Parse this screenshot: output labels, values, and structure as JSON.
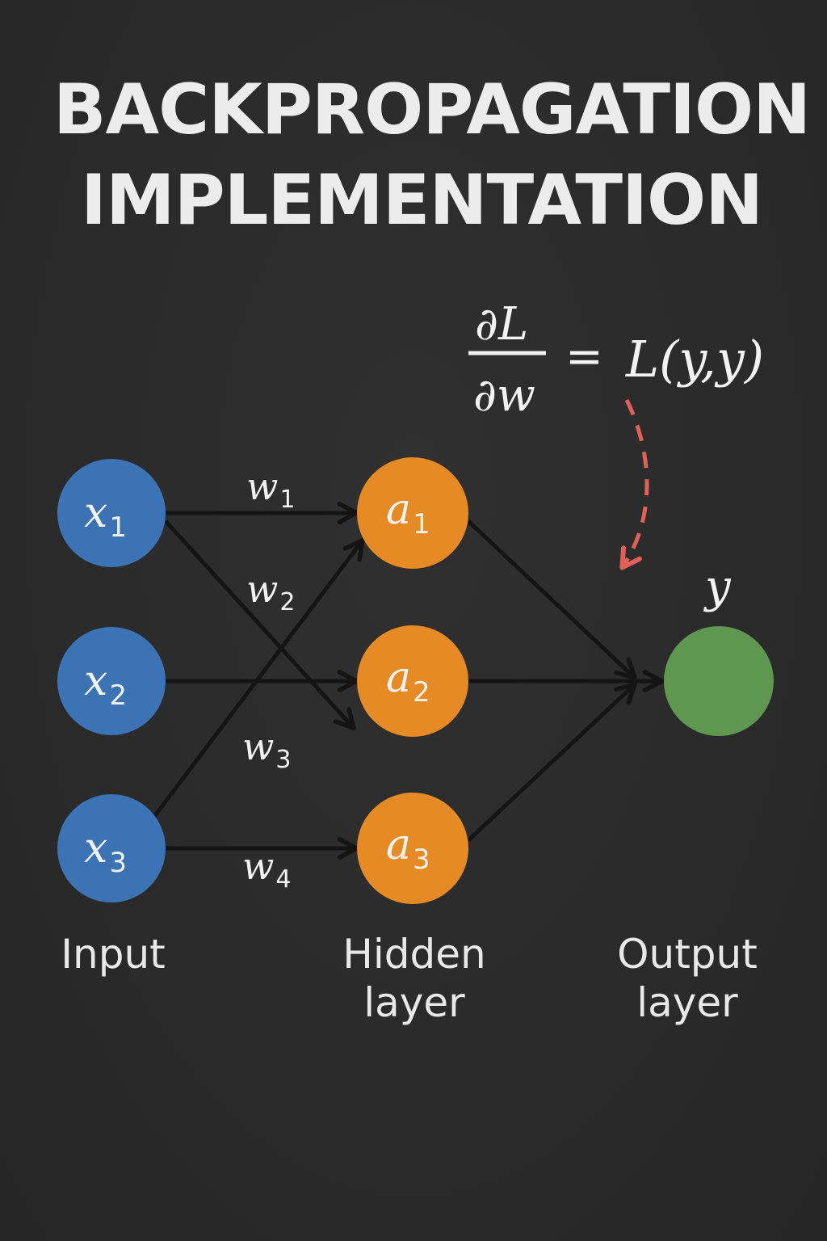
{
  "title": {
    "line1": "BACKPROPAGATION",
    "line2": "IMPLEMENTATION"
  },
  "formula": {
    "numerator": "∂L",
    "denominator": "∂w",
    "equals": "=",
    "rhs": "L(y,y)"
  },
  "colors": {
    "background": "#2b2b2b",
    "input_node": "#3c73b5",
    "hidden_node": "#e58a25",
    "output_node": "#5f9650",
    "edge": "#141414",
    "gradient_arrow": "#e0605a",
    "text": "#ececec"
  },
  "nodes": {
    "input": [
      {
        "label": "x",
        "sub": "1"
      },
      {
        "label": "x",
        "sub": "2"
      },
      {
        "label": "x",
        "sub": "3"
      }
    ],
    "hidden": [
      {
        "label": "a",
        "sub": "1"
      },
      {
        "label": "a",
        "sub": "2"
      },
      {
        "label": "a",
        "sub": "3"
      }
    ],
    "output": {
      "label": "y"
    }
  },
  "weights": [
    {
      "label": "w",
      "sub": "1"
    },
    {
      "label": "w",
      "sub": "2"
    },
    {
      "label": "w",
      "sub": "3"
    },
    {
      "label": "w",
      "sub": "4"
    }
  ],
  "layer_labels": {
    "input": "Input",
    "hidden_line1": "Hidden",
    "hidden_line2": "layer",
    "output_line1": "Output",
    "output_line2": "layer"
  }
}
